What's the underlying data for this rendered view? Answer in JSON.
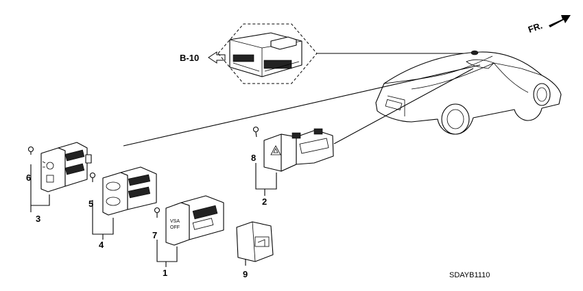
{
  "labels": {
    "fr": "FR.",
    "ref": "B-10",
    "code": "SDAYB1110",
    "vsa_top": "VSA",
    "vsa_bottom": "OFF"
  },
  "callouts": [
    "1",
    "2",
    "3",
    "4",
    "5",
    "6",
    "7",
    "8",
    "9"
  ]
}
